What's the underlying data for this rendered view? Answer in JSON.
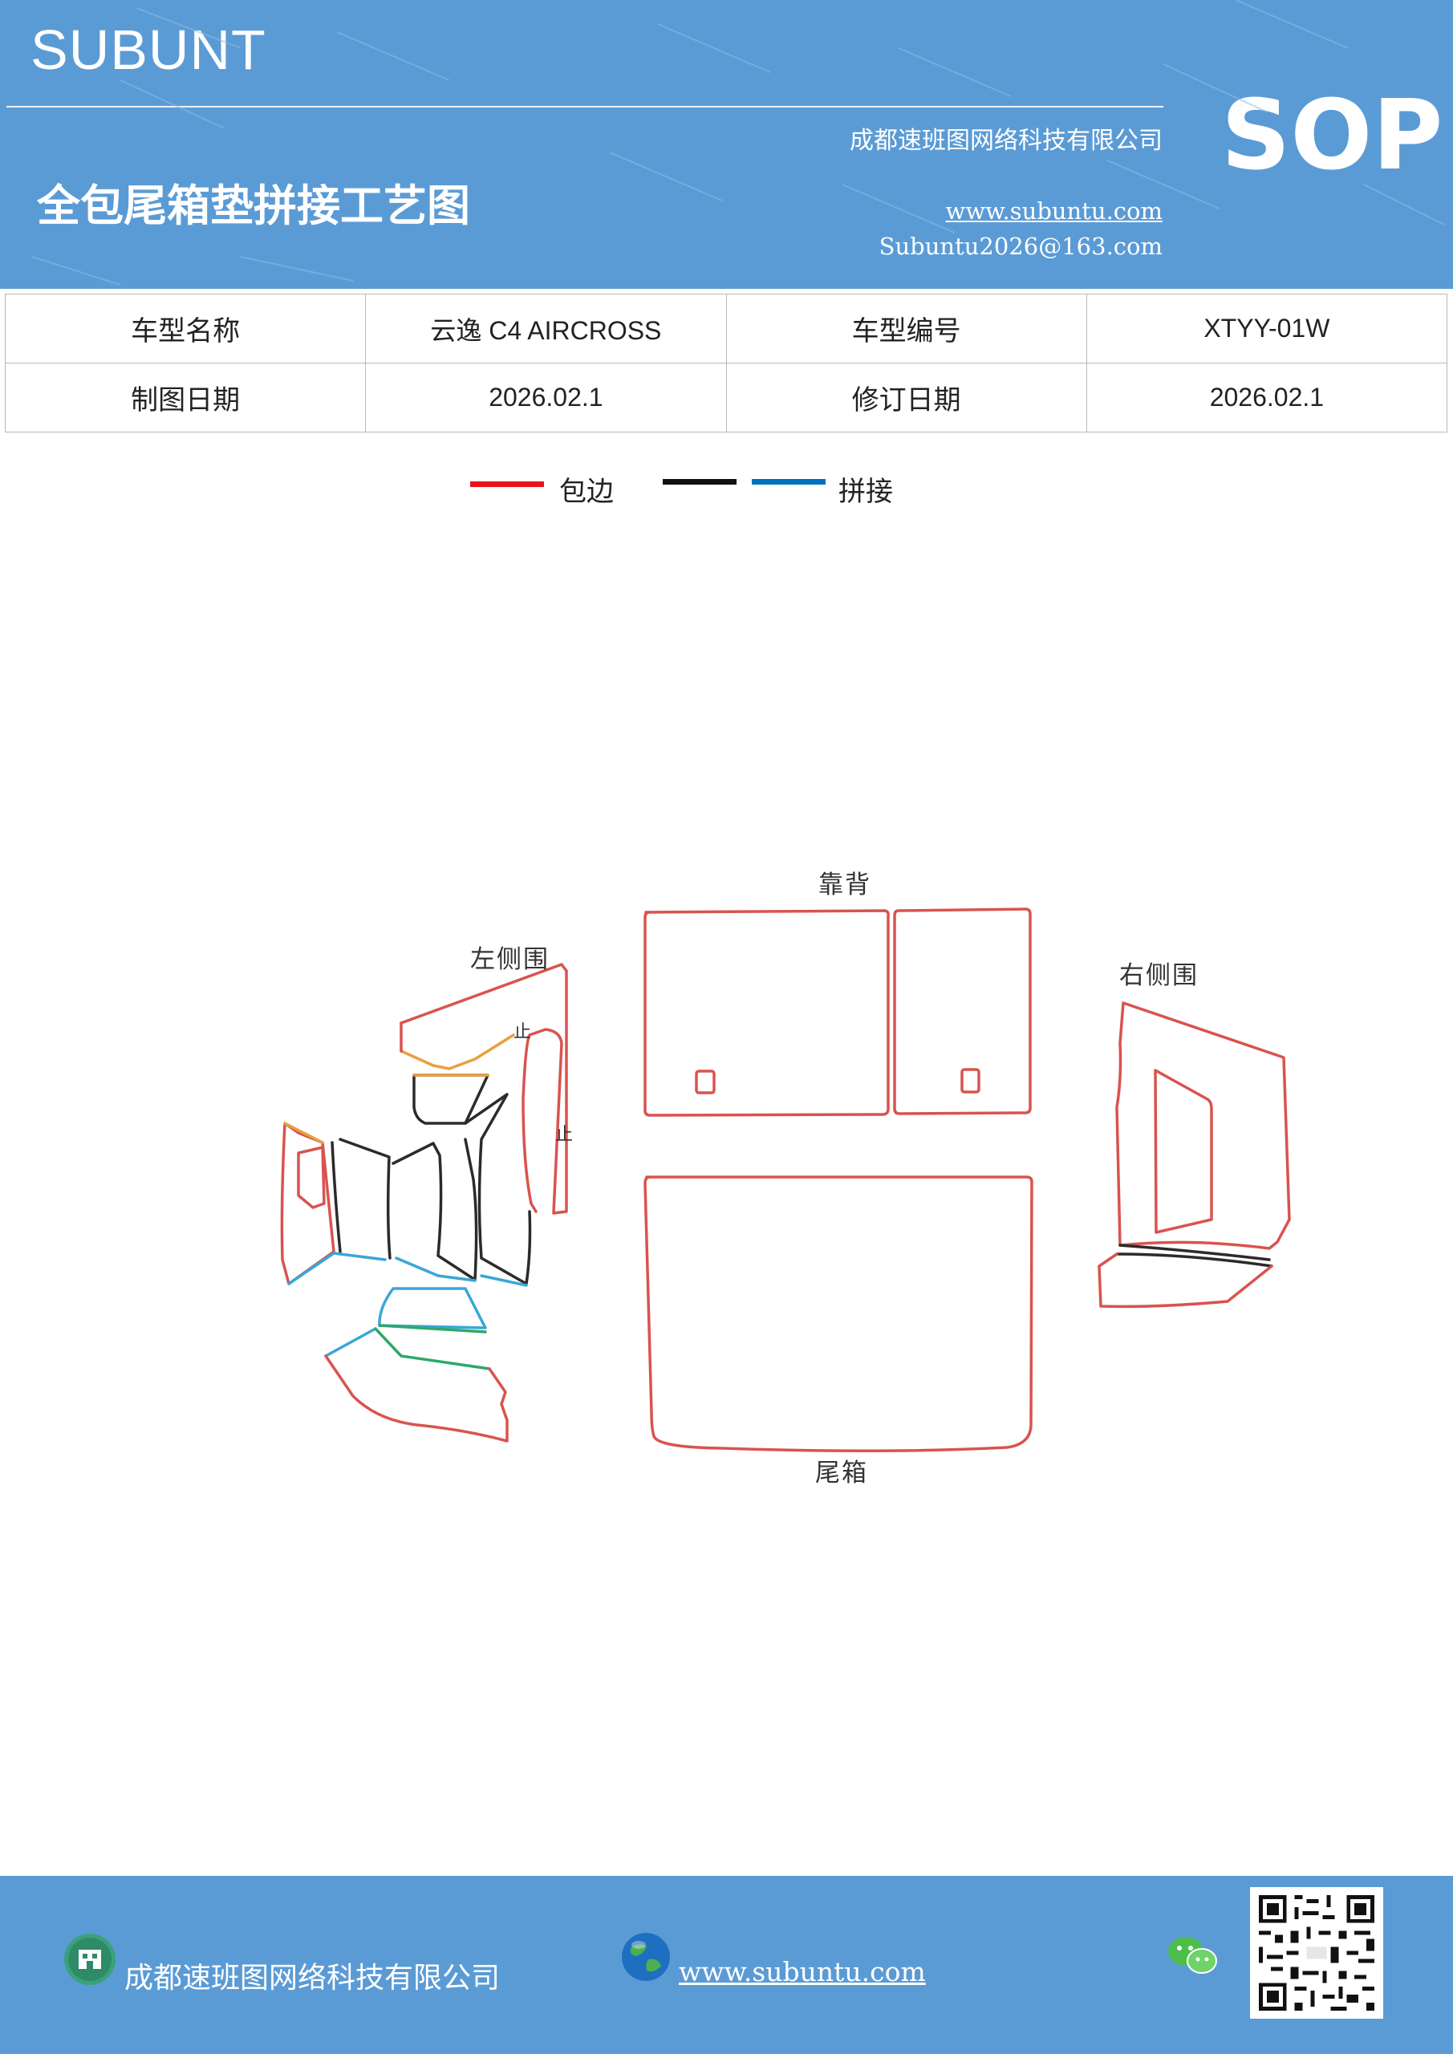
{
  "header": {
    "brand": "SUBUNT",
    "title": "全包尾箱垫拼接工艺图",
    "company": "成都速班图网络科技有限公司",
    "url": "www.subuntu.com",
    "email": "Subuntu2026@163.com",
    "badge": "SOP"
  },
  "info": {
    "model_name_label": "车型名称",
    "model_name": "云逸  C4  AIRCROSS",
    "model_code_label": "车型编号",
    "model_code": "XTYY-01W",
    "draw_date_label": "制图日期",
    "draw_date": "2026.02.1",
    "revise_date_label": "修订日期",
    "revise_date": "2026.02.1"
  },
  "legend": {
    "items": [
      {
        "label": "包边",
        "color": "#e8141b"
      },
      {
        "label": "",
        "color": "#111111"
      },
      {
        "label": "拼接",
        "color": "#0070c0"
      }
    ]
  },
  "diagram": {
    "backrest_label": "靠背",
    "left_side_label": "左侧围",
    "right_side_label": "右侧围",
    "trunk_label": "尾箱",
    "stop_mark_1": "止",
    "stop_mark_2": "止",
    "colors": {
      "edge": "#d9534f",
      "seam_black": "#2b2b2b",
      "seam_blue": "#3aa6d8",
      "seam_orange": "#e8a040",
      "seam_green": "#2ea86a"
    }
  },
  "footer": {
    "company": "成都速班图网络科技有限公司",
    "url": "www.subuntu.com"
  },
  "colors": {
    "band": "#5b9bd5"
  }
}
